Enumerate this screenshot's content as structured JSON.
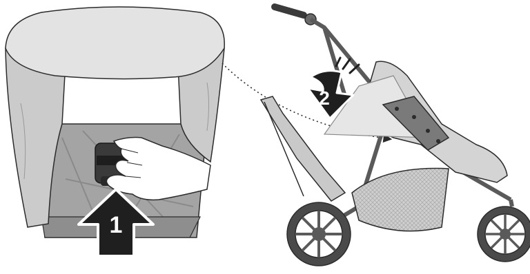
{
  "steps": [
    {
      "number": "1",
      "direction": "up"
    },
    {
      "number": "2",
      "direction": "down"
    }
  ],
  "colors": {
    "outline": "#2b2b2b",
    "arrow_fill": "#1f1f1f",
    "step_digit": "#ffffff",
    "cover_light": "#dcdcdc",
    "cover_mid": "#c2c2c2",
    "interior": "#9a9a9a",
    "frame": "#6e6e6e",
    "wheel": "#4a4a4a",
    "basket": "#cfcfcf"
  }
}
